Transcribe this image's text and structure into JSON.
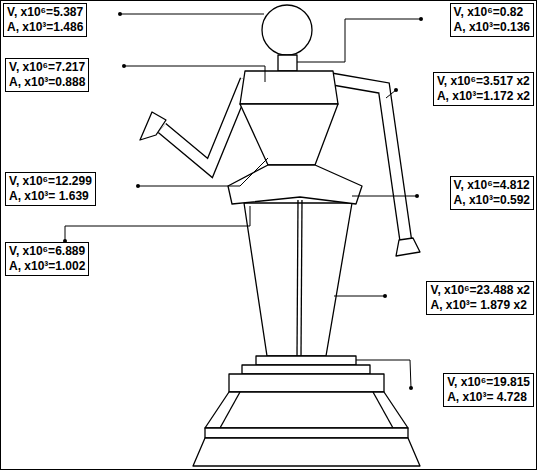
{
  "diagram": {
    "nodes": [
      {
        "text": [
          "V, x10⁶=5.387",
          "A, x10³=1.486"
        ]
      },
      {
        "text": [
          "V, x10⁶=0.82",
          "A, x10³=0.136"
        ]
      },
      {
        "text": [
          "V, x10⁶=7.217",
          "A, x10³=0.888"
        ]
      },
      {
        "text": [
          "V, x10⁶=3.517 x2",
          "A, x10³=1.172 x2"
        ]
      },
      {
        "text": [
          "V, x10⁶=12.299",
          "A, x10³= 1.639"
        ]
      },
      {
        "text": [
          "V, x10⁶=4.812",
          "A, x10³=0.592"
        ]
      },
      {
        "text": [
          "V, x10⁶=6.889",
          "A, x10³=1.002"
        ]
      },
      {
        "text": [
          "V, x10⁶=23.488 x2",
          "A, x10³= 1.879 x2"
        ]
      },
      {
        "text": [
          "V, x10⁶=19.815",
          "A, x10³= 4.728"
        ]
      }
    ]
  }
}
